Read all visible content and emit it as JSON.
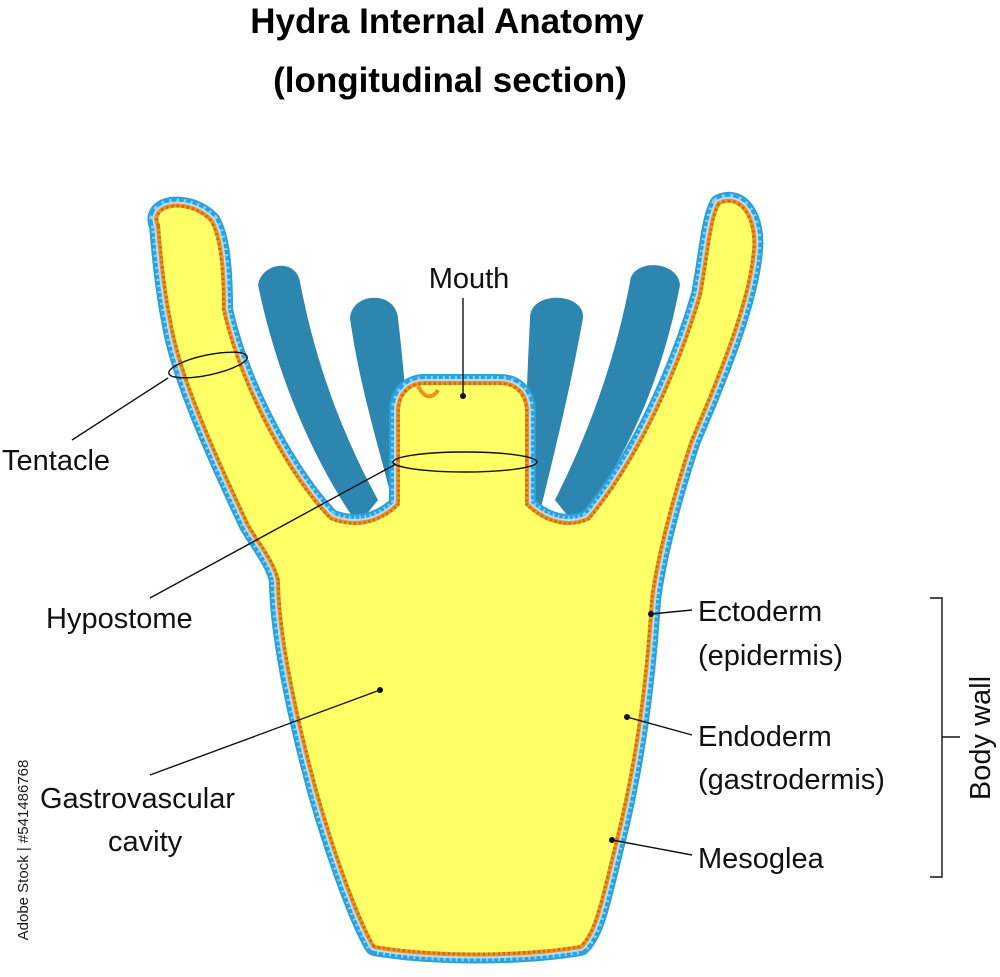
{
  "title": {
    "line1": "Hydra Internal Anatomy",
    "line2": "(longitudinal section)"
  },
  "labels": {
    "mouth": "Mouth",
    "tentacle": "Tentacle",
    "hypostome": "Hypostome",
    "gastro_line1": "Gastrovascular",
    "gastro_line2": "cavity",
    "ectoderm_line1": "Ectoderm",
    "ectoderm_line2": "(epidermis)",
    "endoderm_line1": "Endoderm",
    "endoderm_line2": "(gastrodermis)",
    "mesoglea": "Mesoglea",
    "body_wall": "Body wall"
  },
  "watermark": "Adobe Stock | #541486768",
  "colors": {
    "cavity": "#ffff66",
    "endoderm": "#f0901e",
    "mesoglea": "#b5dcef",
    "ectoderm": "#2aa2dc",
    "tentacle_dark": "#2d86b0",
    "line": "#111111"
  }
}
